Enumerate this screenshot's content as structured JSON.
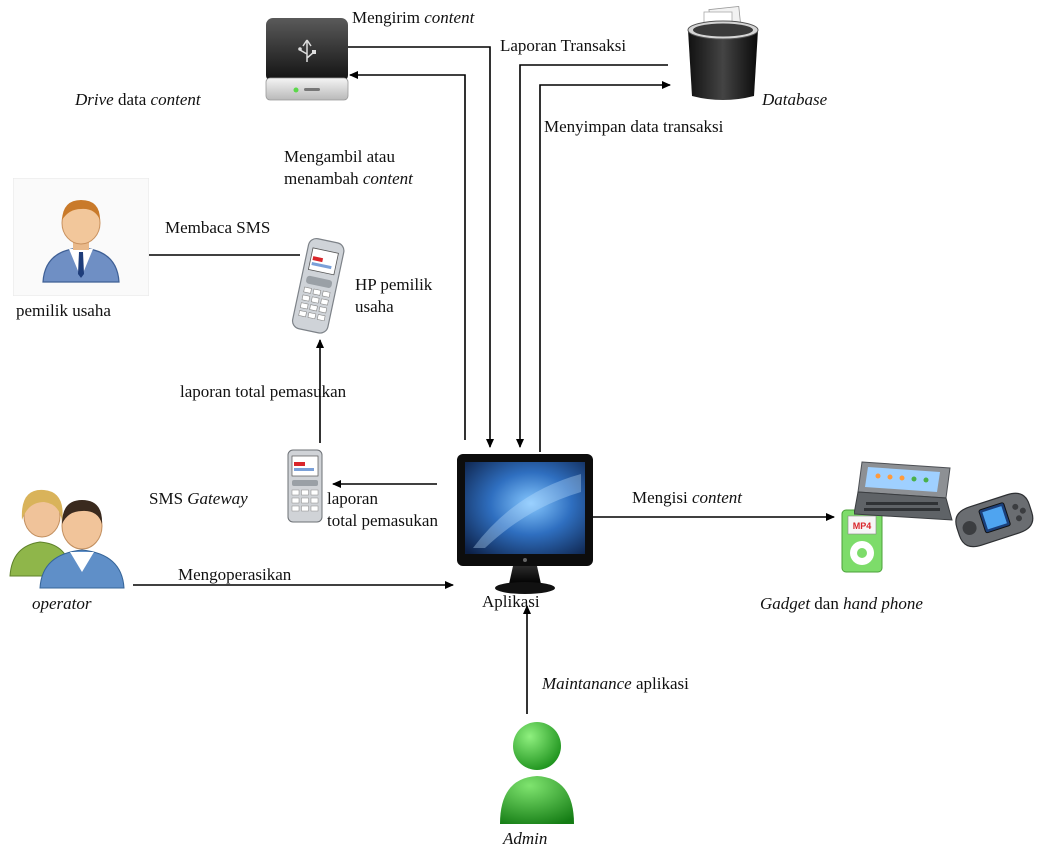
{
  "nodes": {
    "drive": {
      "label_italic": "Drive",
      "label_middle": "data",
      "label_italic2": "content"
    },
    "database": {
      "label_italic": "Database"
    },
    "owner": {
      "label": "pemilik usaha"
    },
    "owner_phone": {
      "label_line1": "HP pemilik",
      "label_line2": "usaha"
    },
    "sms_gateway": {
      "label_plain": "SMS",
      "label_italic": "Gateway"
    },
    "operator": {
      "label_italic": "operator"
    },
    "app": {
      "label": "Aplikasi"
    },
    "gadget": {
      "label_italic": "Gadget",
      "label_middle": "dan",
      "label_italic2": "hand phone"
    },
    "admin": {
      "label_italic": "Admin"
    },
    "mp3_badge": "MP4"
  },
  "edges": {
    "send_content": {
      "plain": "Mengirim",
      "italic": "content"
    },
    "transaction_report": {
      "plain": "Laporan Transaksi"
    },
    "save_transaction": {
      "plain": "Menyimpan data transaksi"
    },
    "fetch_content": {
      "line1": "Mengambil atau",
      "line2_plain": "menambah",
      "line2_italic": "content"
    },
    "read_sms": {
      "plain": "Membaca SMS"
    },
    "total_income_up": {
      "plain": "laporan total pemasukan"
    },
    "total_income_left": {
      "line1": "laporan",
      "line2": "total pemasukan"
    },
    "operate": {
      "plain": "Mengoperasikan"
    },
    "fill_content": {
      "plain": "Mengisi",
      "italic": "content"
    },
    "maintenance": {
      "italic": "Maintanance",
      "plain": "aplikasi"
    }
  },
  "colors": {
    "line": "#000000",
    "admin_green": "#1fae1f",
    "monitor_blue": "#1d5fb0",
    "owner_shirt": "#6f8fc4",
    "mp_green": "#7ddc6a"
  }
}
